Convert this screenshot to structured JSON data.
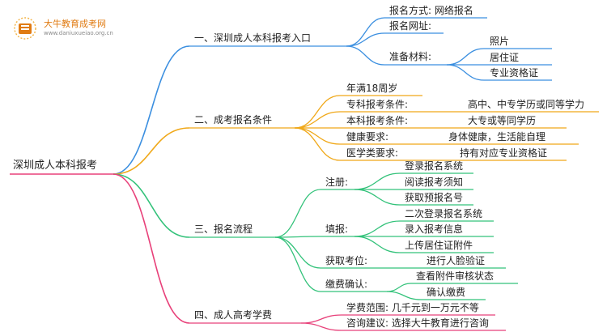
{
  "logo": {
    "title": "大牛教育成考网",
    "url": "www.daniuxueiao.org.cn"
  },
  "root": "深圳成人本科报考",
  "colors": {
    "branch1": "#3b8fe0",
    "branch2": "#f0a818",
    "branch3": "#33c27a",
    "branch4": "#e8417a",
    "root": "#e8417a"
  },
  "branches": [
    {
      "label": "一、深圳成人本科报考入口",
      "children": [
        {
          "label": "报名方式: 网络报名"
        },
        {
          "label": "报名网址:"
        },
        {
          "label": "准备材料:",
          "children": [
            "照片",
            "居住证",
            "专业资格证"
          ]
        }
      ]
    },
    {
      "label": "二、成考报名条件",
      "children": [
        {
          "label": "年满18周岁"
        },
        {
          "label": "专科报考条件:",
          "children": [
            "高中、中专学历或同等学力"
          ]
        },
        {
          "label": "本科报考条件:",
          "children": [
            "大专或等同学历"
          ]
        },
        {
          "label": "健康要求:",
          "children": [
            "身体健康，生活能自理"
          ]
        },
        {
          "label": "医学类要求:",
          "children": [
            "持有对应专业资格证"
          ]
        }
      ]
    },
    {
      "label": "三、报名流程",
      "children": [
        {
          "label": "注册:",
          "children": [
            "登录报名系统",
            "阅读报考须知",
            "获取预报名号"
          ]
        },
        {
          "label": "填报:",
          "children": [
            "二次登录报名系统",
            "录入报考信息",
            "上传居住证附件"
          ]
        },
        {
          "label": "获取考位:",
          "children": [
            "进行人脸验证"
          ]
        },
        {
          "label": "缴费确认:",
          "children": [
            "查看附件审核状态",
            "确认缴费"
          ]
        }
      ]
    },
    {
      "label": "四、成人高考学费",
      "children": [
        {
          "label": "学费范围: 几千元到一万元不等"
        },
        {
          "label": "咨询建议: 选择大牛教育进行咨询"
        }
      ]
    }
  ]
}
